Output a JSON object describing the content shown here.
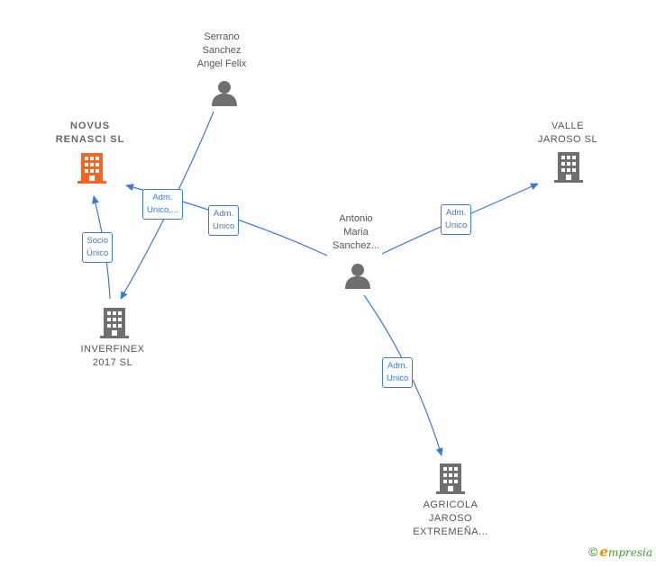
{
  "nodes": {
    "serrano": {
      "label_lines": [
        "Serrano",
        "Sanchez",
        "Angel Felix"
      ],
      "icon": "person-icon"
    },
    "novus": {
      "label_lines": [
        "NOVUS",
        "RENASCI  SL"
      ],
      "icon": "building-icon",
      "color": "#f26522"
    },
    "valle": {
      "label_lines": [
        "VALLE",
        "JAROSO  SL"
      ],
      "icon": "building-icon"
    },
    "antonio": {
      "label_lines": [
        "Antonio",
        "Maria",
        "Sanchez..."
      ],
      "icon": "person-icon"
    },
    "inverfinex": {
      "label_lines": [
        "INVERFINEX",
        "2017  SL"
      ],
      "icon": "building-icon"
    },
    "agricola": {
      "label_lines": [
        "AGRICOLA",
        "JAROSO",
        "EXTREMEÑA..."
      ],
      "icon": "building-icon"
    }
  },
  "edges": {
    "serrano_inverfinex": {
      "label_lines": [
        "Adm.",
        "Unico,..."
      ]
    },
    "antonio_novus": {
      "label_lines": [
        "Adm.",
        "Unico"
      ]
    },
    "antonio_valle": {
      "label_lines": [
        "Adm.",
        "Unico"
      ]
    },
    "antonio_agricola": {
      "label_lines": [
        "Adm.",
        "Unico"
      ]
    },
    "inverfinex_novus": {
      "label_lines": [
        "Socio",
        "Único"
      ]
    }
  },
  "colors": {
    "edge": "#3a7bd5",
    "node_icon": "#6f6f6f",
    "highlight": "#f26522"
  },
  "footer": {
    "copyright": "©",
    "brand_initial": "e",
    "brand_rest": "mpresia"
  }
}
